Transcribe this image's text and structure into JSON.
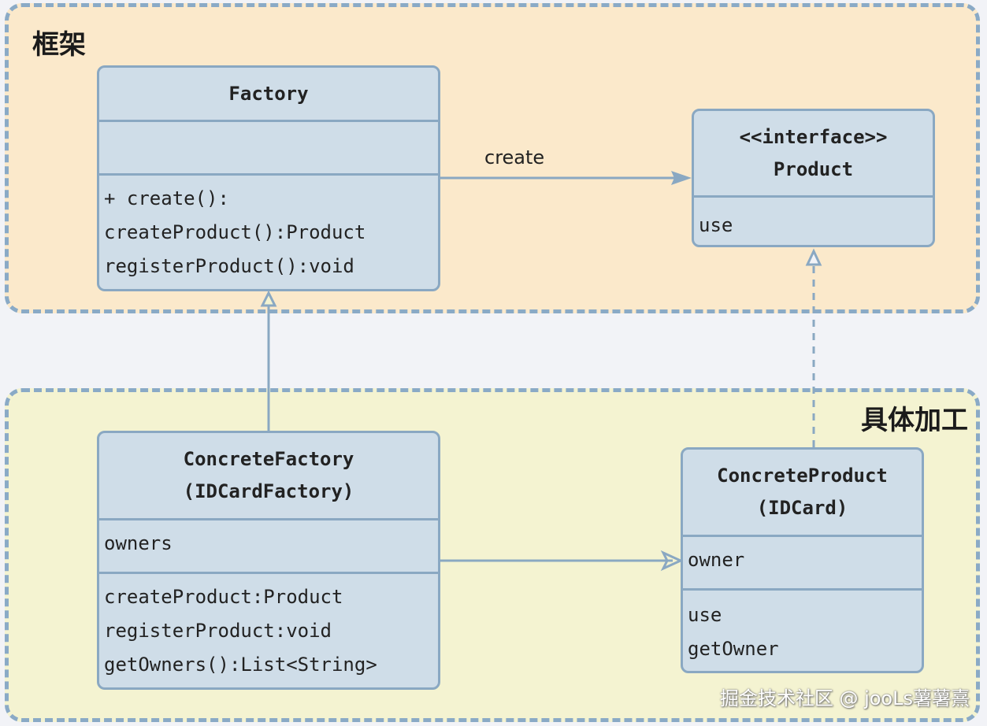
{
  "groups": {
    "framework": {
      "title": "框架"
    },
    "concrete": {
      "title": "具体加工"
    }
  },
  "classes": {
    "factory": {
      "name": "Factory",
      "attributes": [],
      "operations": [
        "+ create():",
        "createProduct():Product",
        "registerProduct():void"
      ]
    },
    "product": {
      "stereotype": "<<interface>>",
      "name": "Product",
      "operations": [
        "use"
      ]
    },
    "concrete_factory": {
      "name": "ConcreteFactory",
      "alias": "(IDCardFactory)",
      "attributes": [
        "owners"
      ],
      "operations": [
        "createProduct:Product",
        "registerProduct:void",
        "getOwners():List<String>"
      ]
    },
    "concrete_product": {
      "name": "ConcreteProduct",
      "alias": "(IDCard)",
      "attributes": [
        "owner"
      ],
      "operations": [
        "use",
        "getOwner"
      ]
    }
  },
  "relations": {
    "create_label": "create"
  },
  "watermark": "掘金技术社区 @ jooLs薯薯熹",
  "colors": {
    "framework_bg": "#fbe9cb",
    "concrete_bg": "#f4f3d1",
    "border": "#8aa8c2",
    "class_fill": "#cfdde8"
  }
}
